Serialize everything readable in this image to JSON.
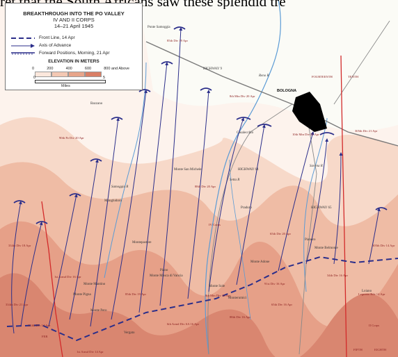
{
  "caption": "ret that the South Africans saw these splendid tre",
  "legend": {
    "title_lines": [
      "BREAKTHROUGH INTO THE PO VALLEY",
      "IV AND II CORPS",
      "14–21 April 1945"
    ],
    "items": [
      {
        "label": "Front Line, 14 Apr"
      },
      {
        "label": "Axis of Advance"
      },
      {
        "label": "Forward Positions, Morning, 21 Apr"
      }
    ],
    "elevation_title": "ELEVATION IN METERS",
    "elevation_ticks": [
      "0",
      "200",
      "400",
      "600",
      "800 and Above"
    ],
    "scale_labels": [
      "0",
      "5"
    ],
    "scale_unit": "Miles"
  },
  "colors": {
    "front_line": "#2b2e8a",
    "axis": "#2b2e8a",
    "boundary_red": "#d22a2a",
    "city": "#000000",
    "water": "#5b9bd5",
    "elev_1": "#fbe7dc",
    "elev_2": "#f3c8b3",
    "elev_3": "#e7a58a",
    "elev_4": "#d97e65"
  },
  "places": [
    {
      "name": "BOLOGNA",
      "kind": "city"
    },
    {
      "name": "Ponte Samoggia"
    },
    {
      "name": "Bazzano"
    },
    {
      "name": "Casalecchio"
    },
    {
      "name": "Monte San Michele"
    },
    {
      "name": "Monghidoro"
    },
    {
      "name": "Praduro"
    },
    {
      "name": "Montepastore"
    },
    {
      "name": "Pianoro"
    },
    {
      "name": "Monte Belmonte"
    },
    {
      "name": "Piano"
    },
    {
      "name": "Monte Mosca di Vancia"
    },
    {
      "name": "Monte Adone"
    },
    {
      "name": "Monte Sole"
    },
    {
      "name": "Monte Pigna"
    },
    {
      "name": "Monte Mantino"
    },
    {
      "name": "Monte Pero"
    },
    {
      "name": "Vergato"
    },
    {
      "name": "Monterumici"
    },
    {
      "name": "Loiano"
    }
  ],
  "corps_labels": [
    {
      "text": "FOURTEENTH"
    },
    {
      "text": "TENTH"
    },
    {
      "text": "IV Corps"
    },
    {
      "text": "II Corps"
    },
    {
      "text": "FIFTH"
    },
    {
      "text": "EIGHTH"
    }
  ],
  "units": [
    {
      "text": "85th Div 19 Apr"
    },
    {
      "text": "88th Div 20 Apr"
    },
    {
      "text": "8th Mtn Div 20 Apr"
    },
    {
      "text": "90th Pz Div 20 Apr"
    },
    {
      "text": "10th Mtn Div 21 Apr"
    },
    {
      "text": "65th Div 20 Apr"
    },
    {
      "text": "305th Div 21 Apr"
    },
    {
      "text": "334th Div 18 Apr"
    },
    {
      "text": "1st Armd Div 16 Apr"
    },
    {
      "text": "85th Div 19 Apr"
    },
    {
      "text": "91st Div 16 Apr"
    },
    {
      "text": "34th Div 16 Apr"
    },
    {
      "text": "6th Armd Div SA 16 Apr"
    },
    {
      "text": "88th Div 16 Apr"
    },
    {
      "text": "8th Mtn Div 16 Apr"
    },
    {
      "text": "65th Div 16 Apr"
    },
    {
      "text": "Legnano Bde 14 Apr"
    },
    {
      "text": "305th Div 14 Apr"
    },
    {
      "text": "1st Armd Div 14 Apr"
    },
    {
      "text": "334th Div 14 Apr"
    },
    {
      "text": "334th Div 21 Apr"
    },
    {
      "text": "FEB"
    }
  ],
  "rivers": [
    {
      "name": "Reno R"
    },
    {
      "name": "Samoggia R"
    },
    {
      "name": "Savena R"
    },
    {
      "name": "Setta R"
    }
  ],
  "roads": [
    {
      "name": "HIGHWAY 9"
    },
    {
      "name": "HIGHWAY 64"
    },
    {
      "name": "HIGHWAY 65"
    }
  ]
}
